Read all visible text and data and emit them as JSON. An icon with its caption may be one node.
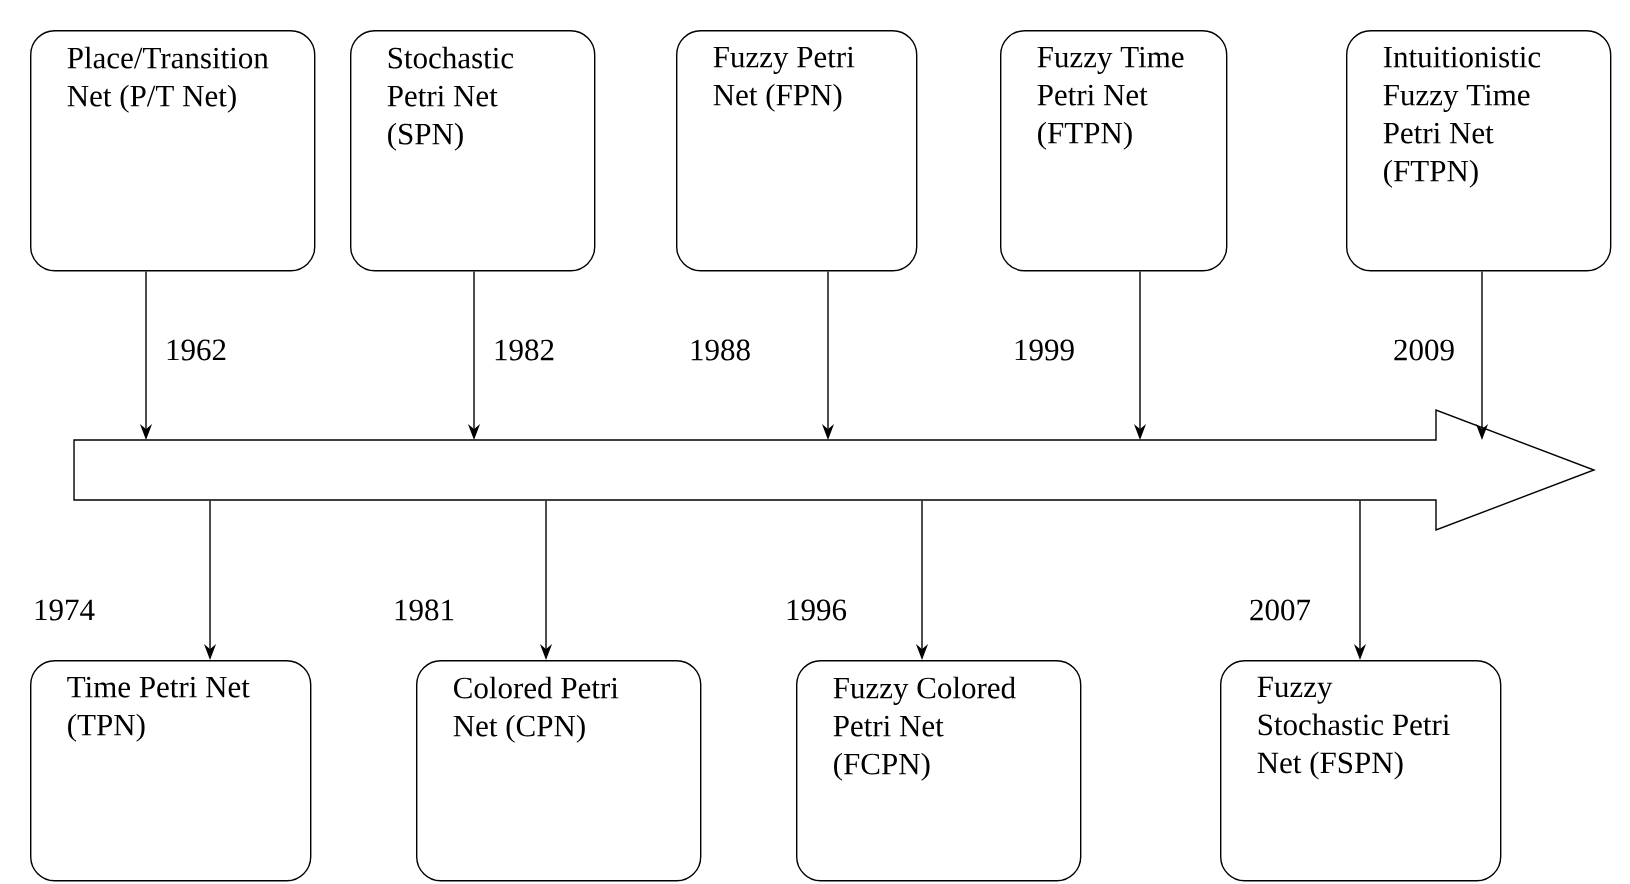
{
  "diagram": {
    "nodes": [
      {
        "text": [
          "Place/Transition Net (P/T Net)"
        ]
      },
      {
        "text": [
          "Stochastic Petri Net (SPN)"
        ]
      },
      {
        "text": [
          "Fuzzy Petri Net (FPN)"
        ]
      },
      {
        "text": [
          "Fuzzy Time Petri Net (FTPN)"
        ]
      },
      {
        "text": [
          "Intuitionistic Fuzzy Time Petri Net (FTPN)"
        ]
      },
      {
        "text": [],
        "shape": "arrow"
      },
      {
        "text": [
          "Time Petri Net (TPN)"
        ]
      },
      {
        "text": [
          "Colored Petri Net (CPN)"
        ]
      },
      {
        "text": [
          "Fuzzy Colored Petri Net (FCPN)"
        ]
      },
      {
        "text": [
          "Fuzzy Stochastic Petri Net (FSPN)"
        ]
      }
    ],
    "edges": [
      {
        "from": 0,
        "to": 5,
        "arrow": "to",
        "label": "1962"
      },
      {
        "from": 1,
        "to": 5,
        "arrow": "to",
        "label": "1982"
      },
      {
        "from": 2,
        "to": 5,
        "arrow": "to",
        "label": "1988"
      },
      {
        "from": 3,
        "to": 5,
        "arrow": "to",
        "label": "1999"
      },
      {
        "from": 4,
        "to": 5,
        "arrow": "to",
        "label": "2009"
      },
      {
        "from": 5,
        "to": 6,
        "arrow": "to",
        "label": "1974"
      },
      {
        "from": 5,
        "to": 7,
        "arrow": "to",
        "label": "1981"
      },
      {
        "from": 5,
        "to": 8,
        "arrow": "to",
        "label": "1996"
      },
      {
        "from": 5,
        "to": 9,
        "arrow": "to",
        "label": "2007"
      }
    ]
  }
}
